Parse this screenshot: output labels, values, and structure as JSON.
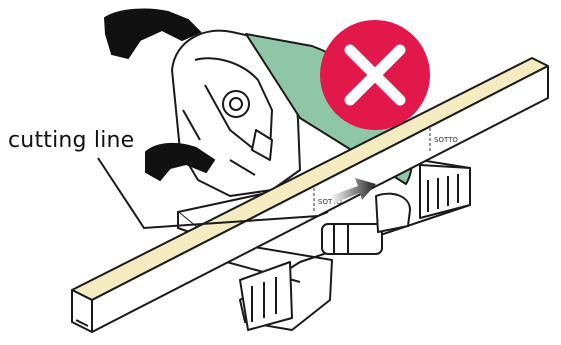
{
  "callout": {
    "label": "cutting line"
  },
  "scale_marks": {
    "left": "SOTTO",
    "right": "SOTTO"
  },
  "colors": {
    "blade": "#8fc6a7",
    "timber_top": "#f4ecc0",
    "prohibit_badge": "#e2174a",
    "outline": "#1a1a1a",
    "handle": "#111111"
  },
  "icons": {
    "prohibit": "cross-mark-icon",
    "direction": "arrow-right-icon"
  }
}
